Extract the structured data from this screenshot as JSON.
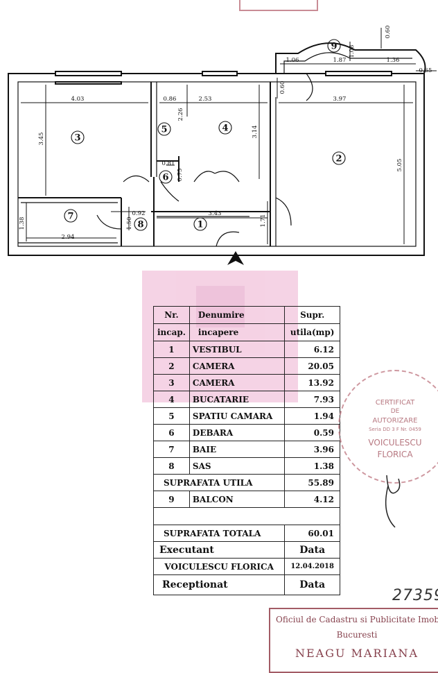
{
  "plan": {
    "room_numbers": [
      "1",
      "2",
      "3",
      "4",
      "5",
      "6",
      "7",
      "8",
      "9"
    ],
    "dims": {
      "d403": "4.03",
      "d345": "3.45",
      "d086": "0.86",
      "d253": "2.53",
      "d226": "2.26",
      "d314": "3.14",
      "d397": "3.97",
      "d505": "5.05",
      "d060a": "0.60",
      "d060b": "0.60",
      "d106": "1.06",
      "d187": "1.87",
      "d136": "1.36",
      "d108": "1.08",
      "d065": "0.65",
      "d081": "0.81",
      "d075": "0.75",
      "d092": "0.92",
      "d150": "1.50",
      "d138": "1.38",
      "d294": "2.94",
      "d343": "3.43",
      "d171": "1.71"
    }
  },
  "table": {
    "header": {
      "nr": "Nr.",
      "incap": "incap.",
      "denumire": "Denumire",
      "incapere": "incapere",
      "supr": "Supr.",
      "utila": "utila(mp)"
    },
    "rows": [
      {
        "nr": "1",
        "name": "VESTIBUL",
        "area": "6.12"
      },
      {
        "nr": "2",
        "name": "CAMERA",
        "area": "20.05"
      },
      {
        "nr": "3",
        "name": "CAMERA",
        "area": "13.92"
      },
      {
        "nr": "4",
        "name": "BUCATARIE",
        "area": "7.93"
      },
      {
        "nr": "5",
        "name": "SPATIU  CAMARA",
        "area": "1.94"
      },
      {
        "nr": "6",
        "name": "DEBARA",
        "area": "0.59"
      },
      {
        "nr": "7",
        "name": "BAIE",
        "area": "3.96"
      },
      {
        "nr": "8",
        "name": "SAS",
        "area": "1.38"
      }
    ],
    "util_label": "SUPRAFATA  UTILA",
    "util_value": "55.89",
    "balcon": {
      "nr": "9",
      "name": "BALCON",
      "area": "4.12"
    },
    "total_label": "SUPRAFATA  TOTALA",
    "total_value": "60.01",
    "executant_label": "Executant",
    "executant_data": "Data",
    "executant_name": "VOICULESCU FLORICA",
    "executant_date": "12.04.2018",
    "receptionat_label": "Receptionat",
    "receptionat_data": "Data"
  },
  "stamps": {
    "cert_line1": "CERTIFICAT",
    "cert_line2": "DE",
    "cert_line3": "AUTORIZARE",
    "cert_line4": "Seria DD  3  F Nr. 0459",
    "cert_line5": "VOICULESCU",
    "cert_line6": "FLORICA",
    "ocpi_line1": "Oficiul de Cadastru si Publicitate Imob",
    "ocpi_line2": "Bucuresti",
    "ocpi_line3": "NEAGU MARIANA",
    "handwritten": "27359"
  },
  "colors": {
    "ink": "#111111",
    "stamp_red": "#9a4a55",
    "stamp_pink": "#c98c95",
    "watermark": "#f2c4dc"
  }
}
